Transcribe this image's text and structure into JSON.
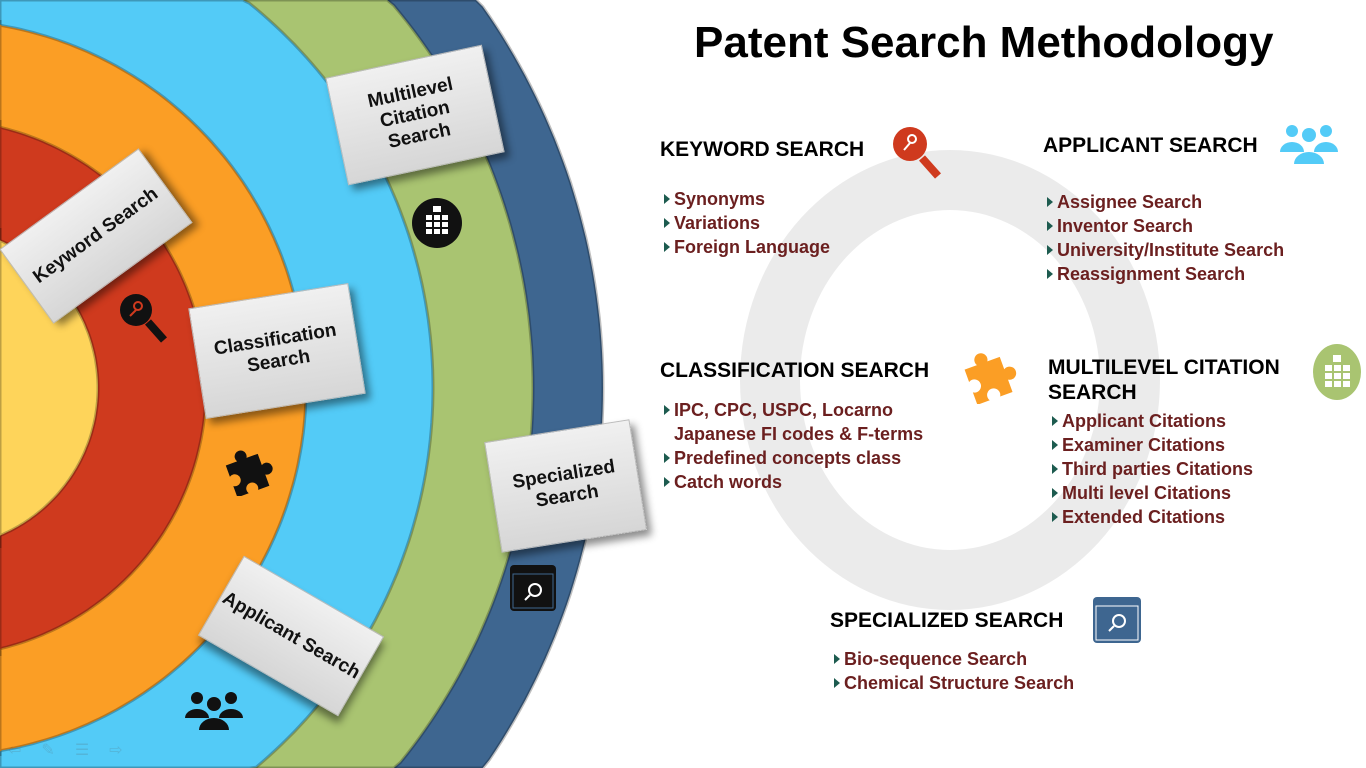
{
  "title": "Patent Search Methodology",
  "rings": [
    {
      "name": "specialized",
      "color": "#3e6690"
    },
    {
      "name": "multilevel-citation",
      "color": "#a9c471"
    },
    {
      "name": "applicant",
      "color": "#53cbf7"
    },
    {
      "name": "classification",
      "color": "#fb9e25"
    },
    {
      "name": "keyword",
      "color": "#cf3a1e"
    },
    {
      "name": "core",
      "color": "#fed45a"
    }
  ],
  "ring_labels": {
    "keyword": "Keyword Search",
    "classification": "Classification Search",
    "applicant": "Applicant Search",
    "multilevel": "Multilevel Citation Search",
    "specialized": "Specialized Search"
  },
  "sections": {
    "keyword": {
      "heading": "KEYWORD SEARCH",
      "icon": "key-magnifier-icon",
      "items": [
        "Synonyms",
        "Variations",
        "Foreign Language"
      ]
    },
    "applicant": {
      "heading": "APPLICANT SEARCH",
      "icon": "users-icon",
      "items": [
        "Assignee Search",
        "Inventor Search",
        "University/Institute Search",
        "Reassignment Search"
      ]
    },
    "classification": {
      "heading": "CLASSIFICATION SEARCH",
      "icon": "puzzle-icon",
      "items": [
        "IPC, CPC, USPC, Locarno",
        "Japanese FI codes & F-terms",
        "Predefined concepts class",
        "Catch words"
      ]
    },
    "multilevel": {
      "heading": "MULTILEVEL CITATION SEARCH",
      "icon": "hierarchy-icon",
      "items": [
        "Applicant Citations",
        "Examiner Citations",
        "Third parties Citations",
        "Multi level Citations",
        "Extended Citations"
      ]
    },
    "specialized": {
      "heading": "SPECIALIZED SEARCH",
      "icon": "browser-search-icon",
      "items": [
        "Bio-sequence Search",
        "Chemical Structure Search"
      ]
    }
  }
}
